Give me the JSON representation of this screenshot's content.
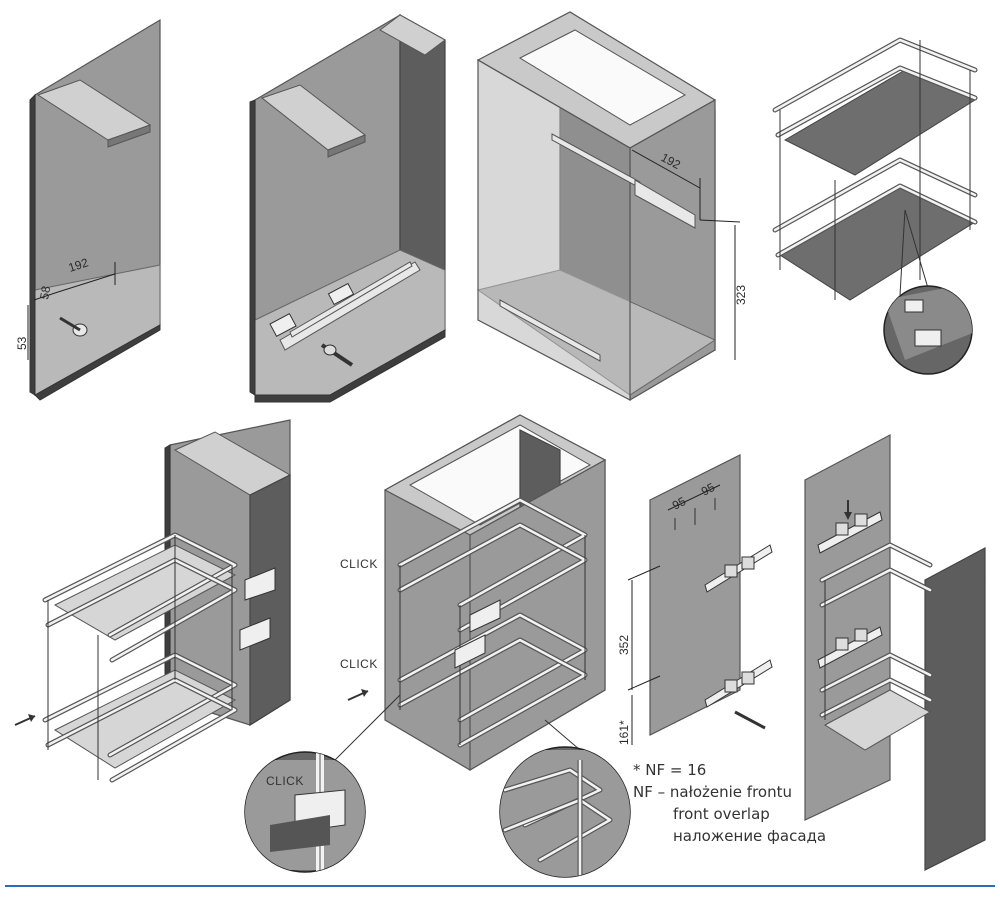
{
  "dimensions": {
    "d192": "192",
    "d58": "58",
    "d53": "53",
    "d323": "323",
    "d95": "95",
    "d352": "352",
    "d161": "161*"
  },
  "labels": {
    "click": "CLICK"
  },
  "legend": {
    "line1": "* NF = 16",
    "line2": "NF – nałożenie frontu",
    "line3": "front overlap",
    "line4": "наложение фасада"
  },
  "colors": {
    "panel": "#9a9a9a",
    "panel_dark": "#5d5d5d",
    "bottom_rule": "#2a6ebb"
  }
}
